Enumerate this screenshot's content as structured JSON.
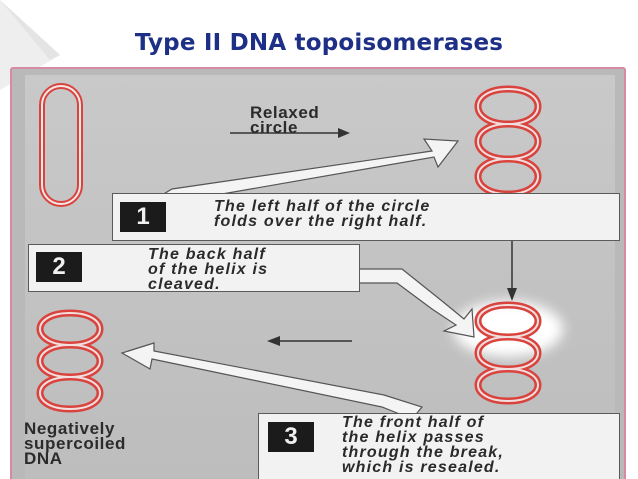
{
  "slide": {
    "title": "Type II DNA topoisomerases"
  },
  "diagram": {
    "relaxed_label": [
      "Relaxed",
      "circle"
    ],
    "supercoiled_label": [
      "Negatively",
      "supercoiled",
      "DNA"
    ],
    "steps": [
      {
        "number": "1",
        "text": [
          "The left half of the circle",
          "folds over the right half."
        ]
      },
      {
        "number": "2",
        "text": [
          "The back half",
          "of the helix is",
          "cleaved."
        ]
      },
      {
        "number": "3",
        "text": [
          "The front half of",
          "the helix passes",
          "through the break,",
          "which is resealed."
        ]
      }
    ]
  },
  "colors": {
    "title": "#1d2f86",
    "frame": "#d68aa3",
    "dna_strand": "#d9433d",
    "step_number_bg": "#1b1b1b"
  }
}
